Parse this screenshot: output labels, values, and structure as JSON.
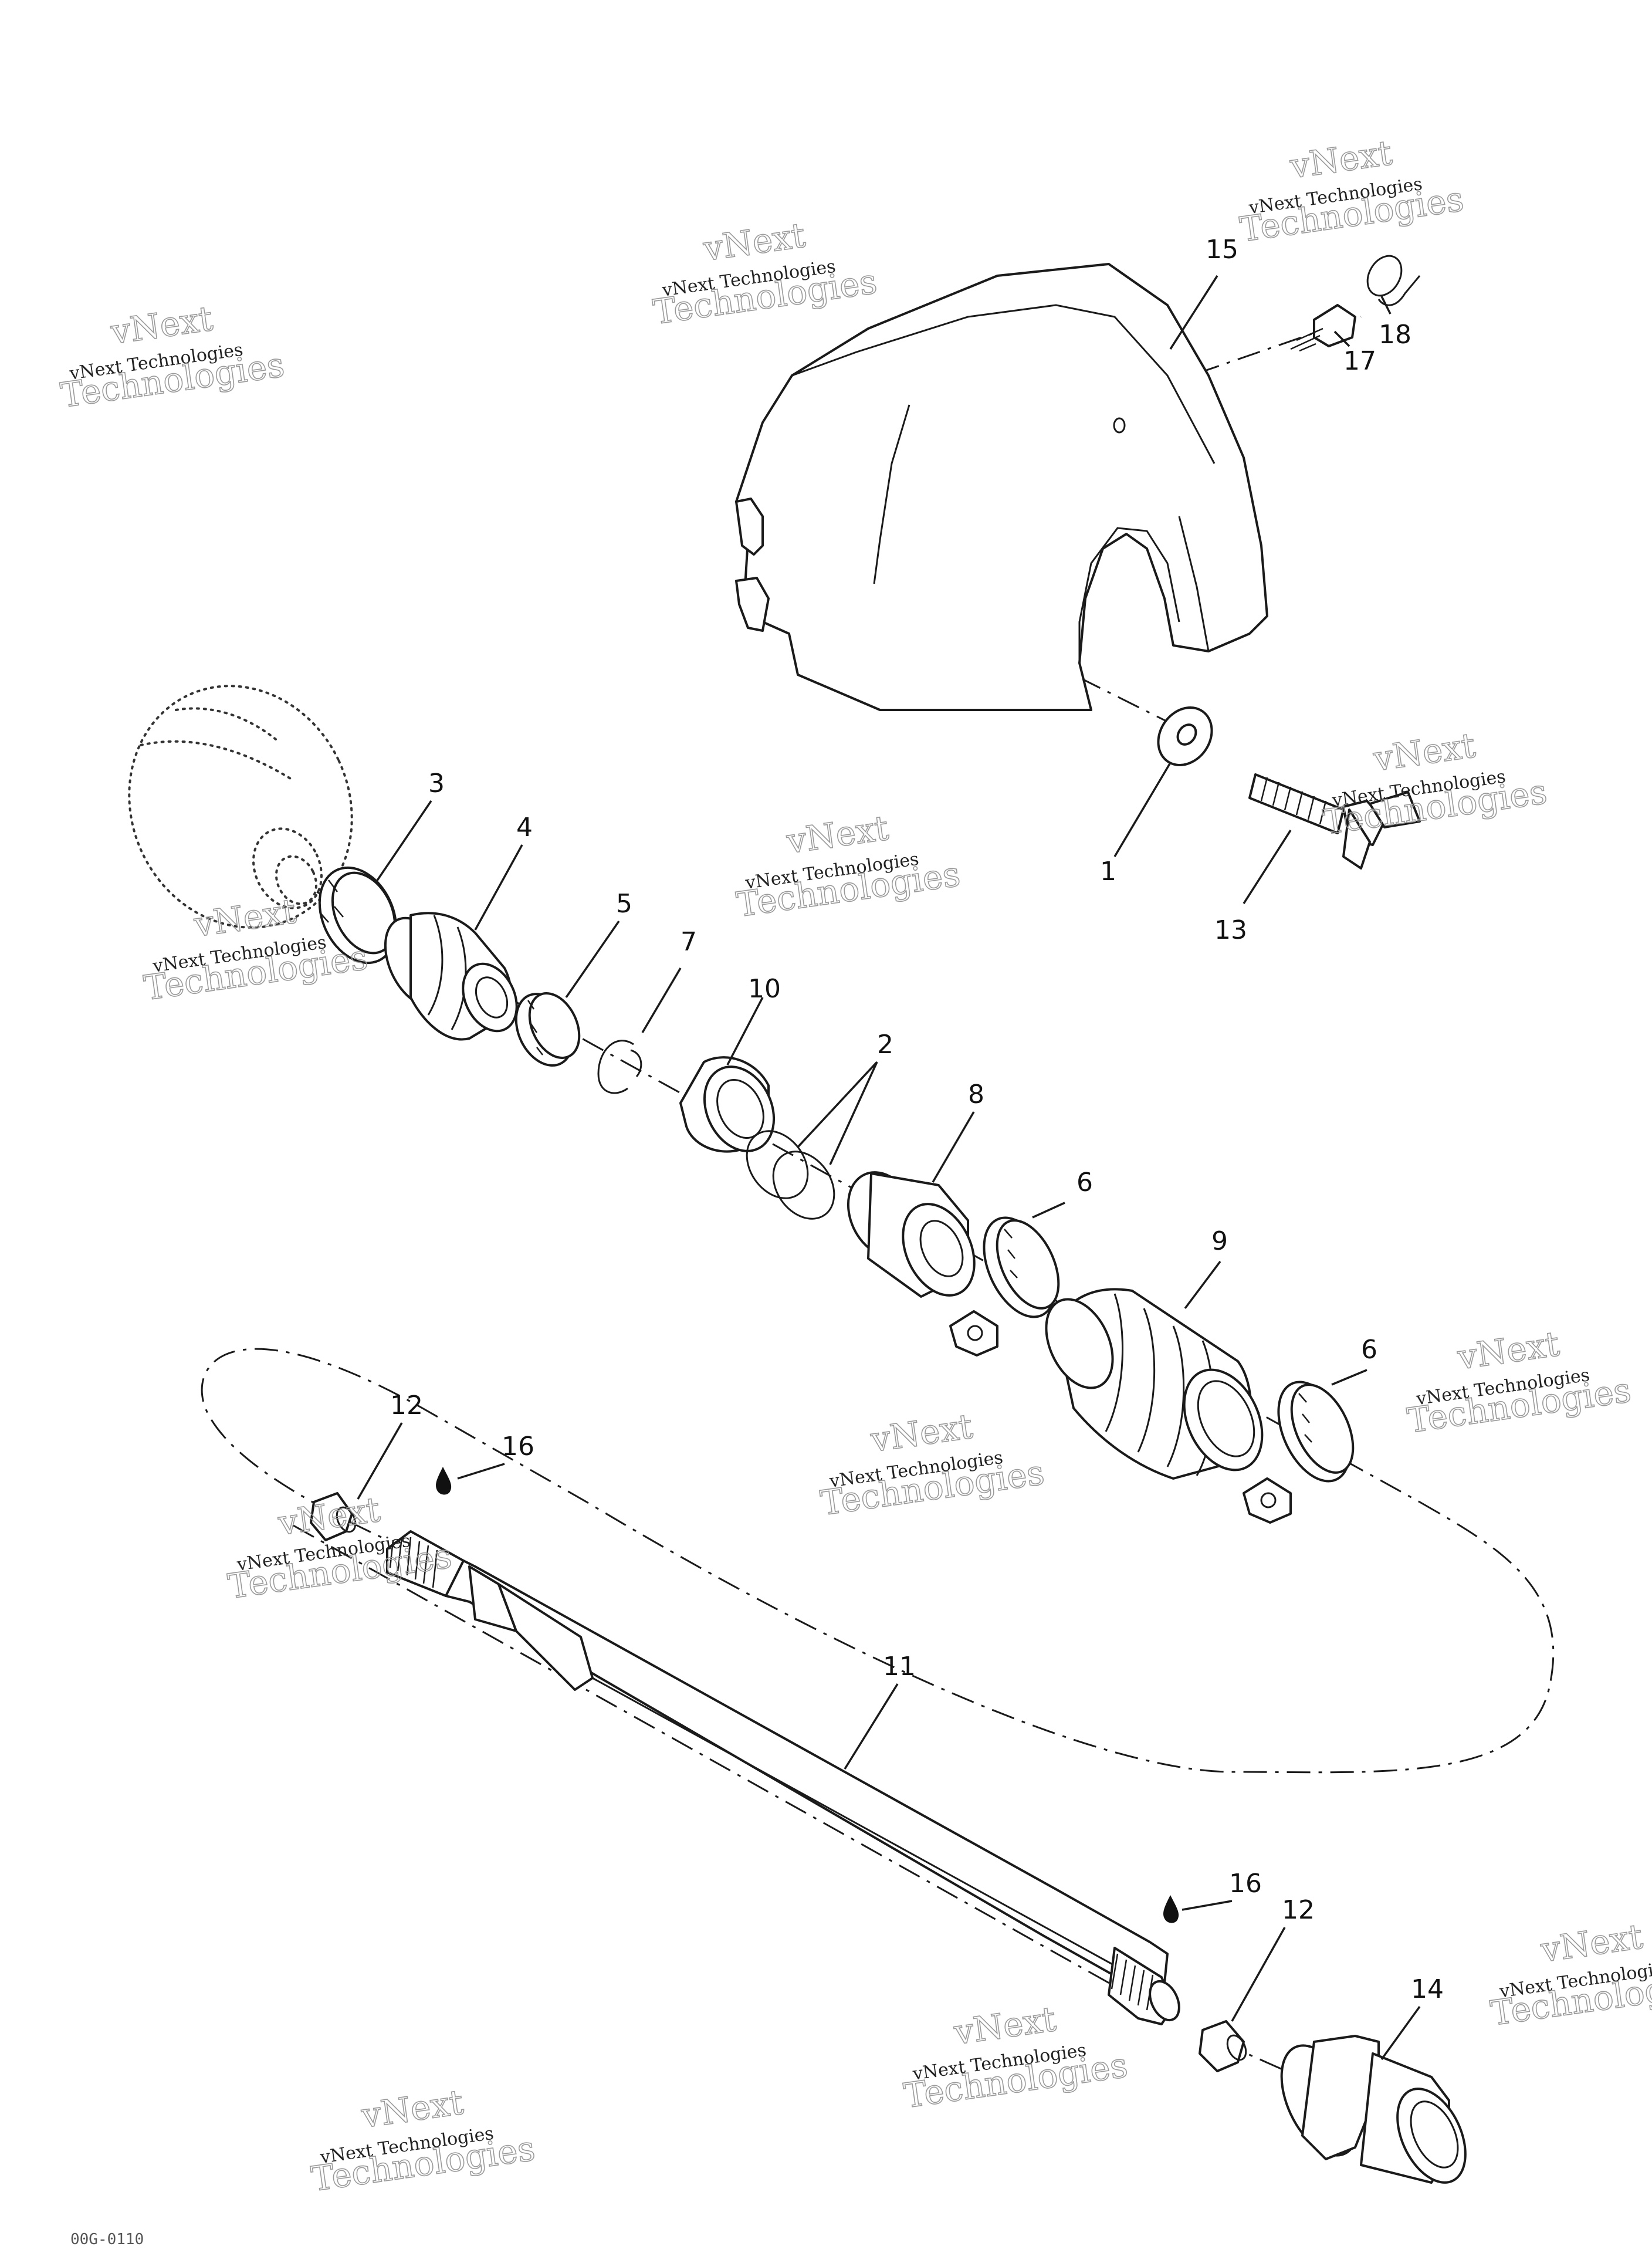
{
  "callouts": {
    "c1": "1",
    "c2": "2",
    "c3": "3",
    "c4": "4",
    "c5": "5",
    "c6a": "6",
    "c6b": "6",
    "c7": "7",
    "c8": "8",
    "c9": "9",
    "c10": "10",
    "c11": "11",
    "c12a": "12",
    "c12b": "12",
    "c13": "13",
    "c14": "14",
    "c15": "15",
    "c16a": "16",
    "c16b": "16",
    "c17": "17",
    "c18": "18"
  },
  "watermark": {
    "line1": "vNext Technologies",
    "line2": "vNext",
    "line3": "Technologies"
  },
  "figure_code": "00G-0110"
}
